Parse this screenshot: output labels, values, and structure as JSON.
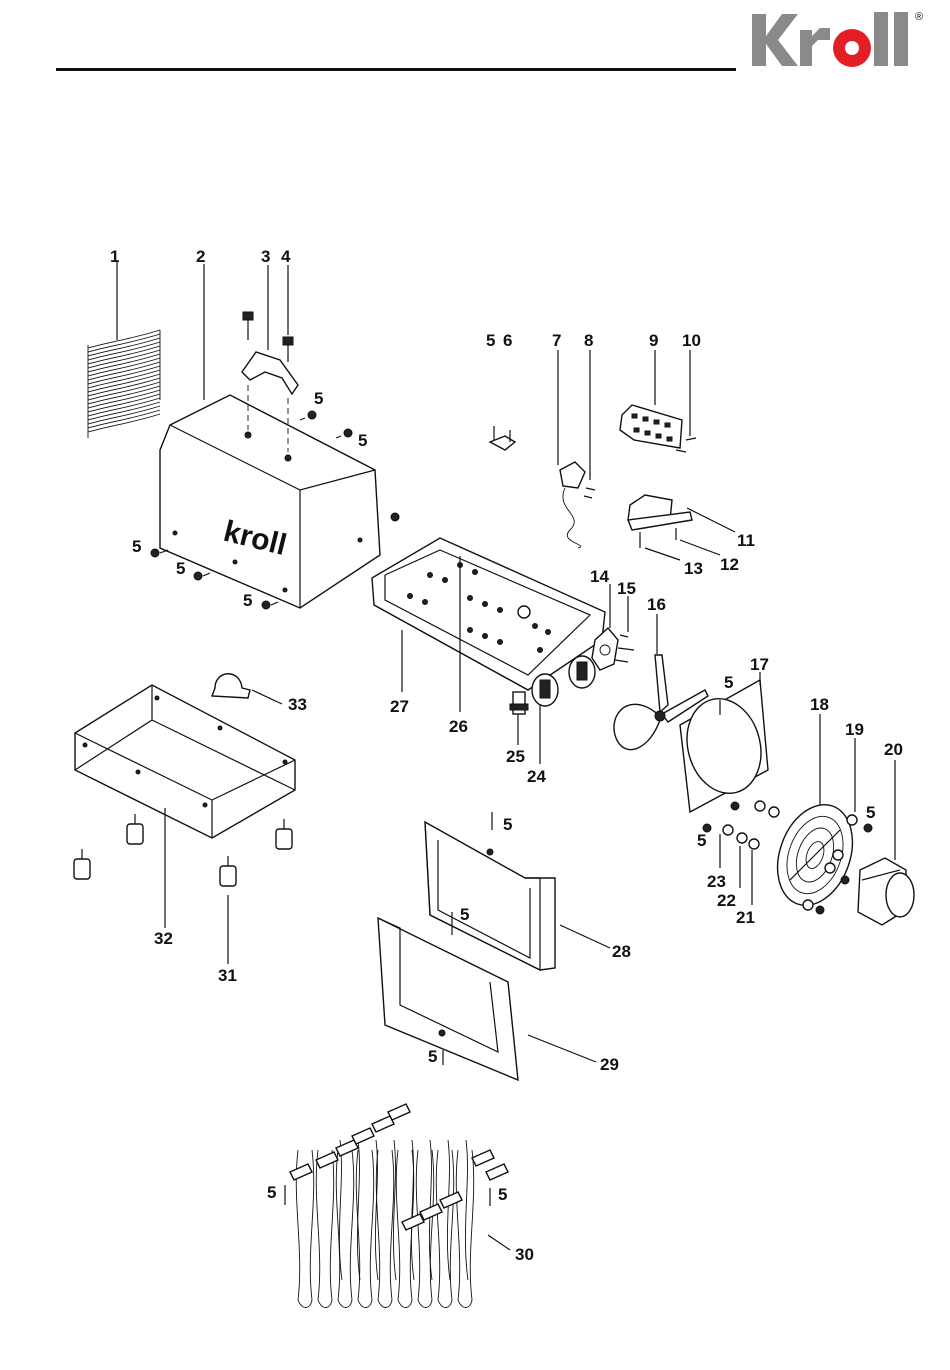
{
  "brand": {
    "logo_text": "kroll",
    "registered_mark": "®",
    "colors": {
      "logo_gray": "#8a8a8a",
      "logo_red": "#e31e24",
      "ink": "#111111"
    }
  },
  "diagram": {
    "type": "exploded-parts-view",
    "labels": {
      "p1": "1",
      "p2": "2",
      "p3": "3",
      "p4": "4",
      "p5a": "5",
      "p5b": "5",
      "p5c": "5",
      "p5d": "5",
      "p5e": "5",
      "p5f": "5",
      "p6": "6",
      "p7": "7",
      "p8": "8",
      "p9": "9",
      "p10": "10",
      "p11": "11",
      "p12": "12",
      "p13": "13",
      "p14": "14",
      "p15": "15",
      "p16": "16",
      "p17": "17",
      "p5g": "5",
      "p18": "18",
      "p19": "19",
      "p5h": "5",
      "p20": "20",
      "p33": "33",
      "p27": "27",
      "p26": "26",
      "p25": "25",
      "p24": "24",
      "p5i": "5",
      "p23": "23",
      "p22": "22",
      "p21": "21",
      "p5j": "5",
      "p28": "28",
      "p5k": "5",
      "p32": "32",
      "p31": "31",
      "p5l": "5",
      "p29": "29",
      "p5m": "5",
      "p5n": "5",
      "p30": "30"
    }
  }
}
